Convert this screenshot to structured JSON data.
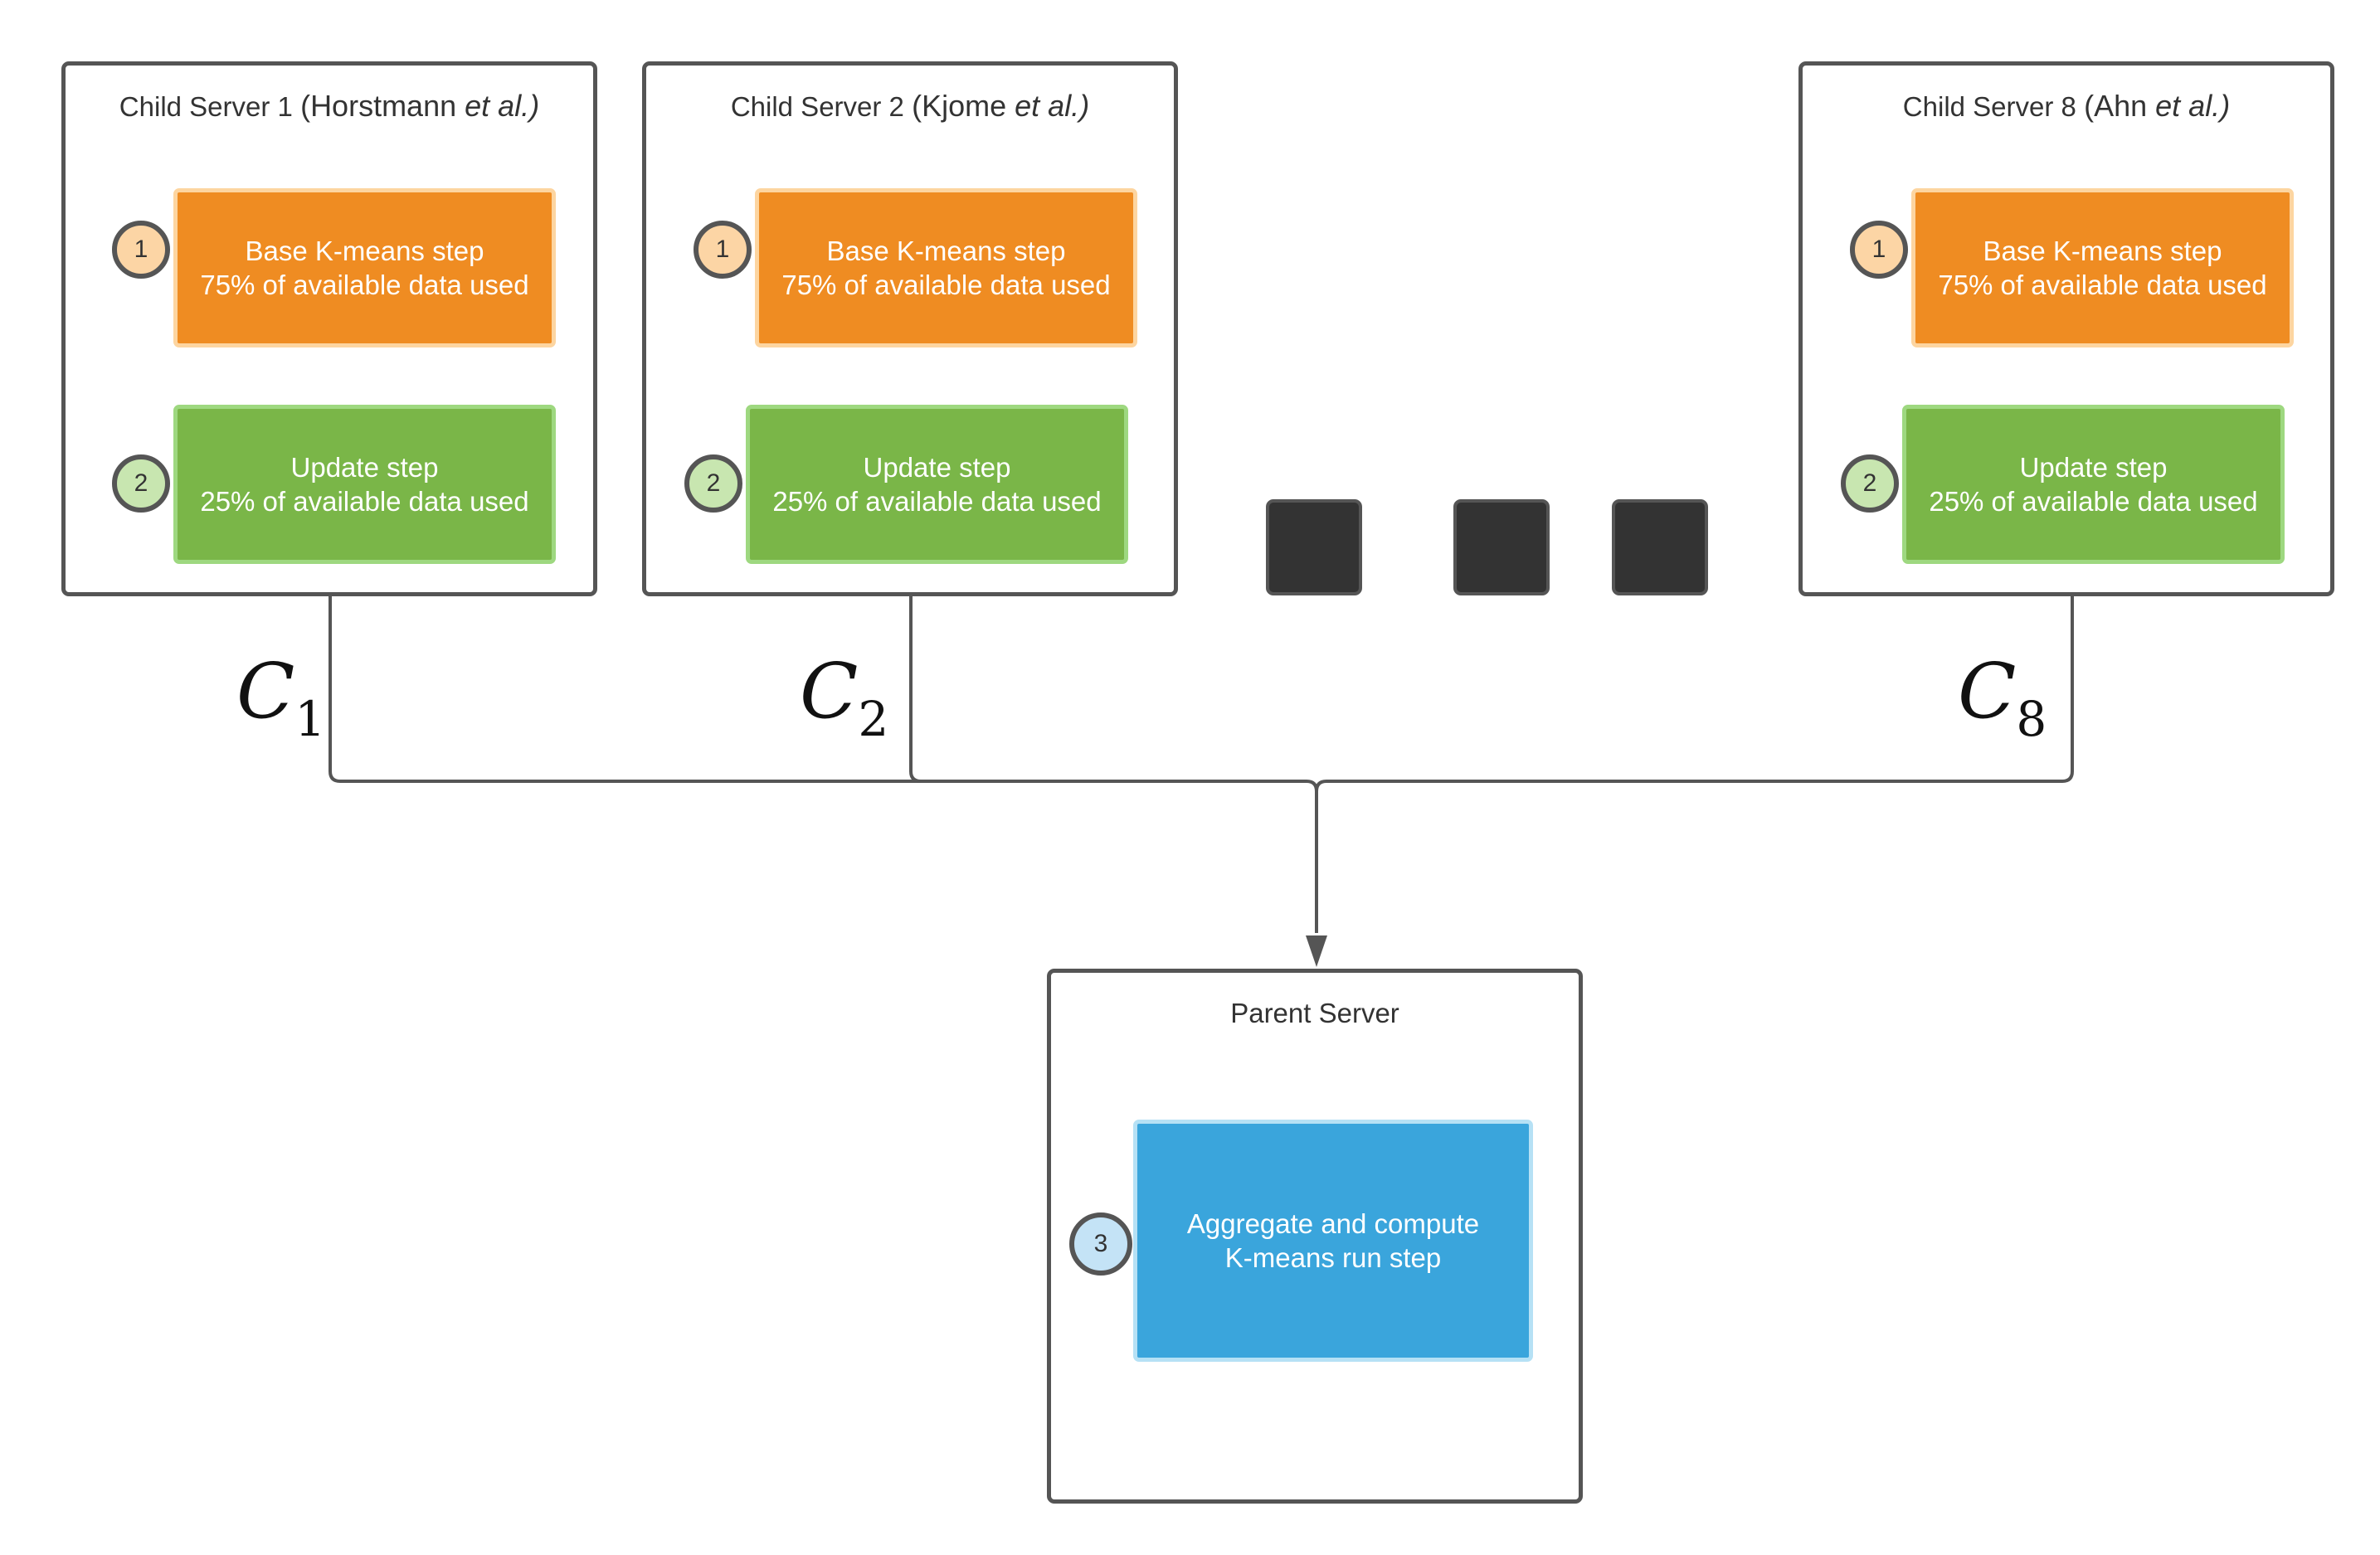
{
  "servers": {
    "child1": {
      "name": "Child Server 1",
      "cite_author": "Horstmann",
      "cite_etal": "et al.)",
      "steps": [
        {
          "badge": "1",
          "line1": "Base K-means step",
          "line2": "75% of available data used"
        },
        {
          "badge": "2",
          "line1": "Update step",
          "line2": "25% of available data used"
        }
      ]
    },
    "child2": {
      "name": "Child Server 2",
      "cite_author": "Kjome",
      "cite_etal": "et al.)",
      "steps": [
        {
          "badge": "1",
          "line1": "Base K-means step",
          "line2": "75% of available data used"
        },
        {
          "badge": "2",
          "line1": "Update step",
          "line2": "25% of available data used"
        }
      ]
    },
    "child8": {
      "name": "Child Server 8",
      "cite_author": "Ahn",
      "cite_etal": "et al.)",
      "steps": [
        {
          "badge": "1",
          "line1": "Base K-means step",
          "line2": "75% of available data used"
        },
        {
          "badge": "2",
          "line1": "Update step",
          "line2": "25% of available data used"
        }
      ]
    },
    "parent": {
      "name": "Parent Server",
      "step": {
        "badge": "3",
        "line1": "Aggregate and compute",
        "line2": "K-means run step"
      }
    }
  },
  "connector_labels": [
    {
      "letter": "C",
      "sub": "1"
    },
    {
      "letter": "C",
      "sub": "2"
    },
    {
      "letter": "C",
      "sub": "8"
    }
  ],
  "colors": {
    "orange": "#ef8c22",
    "green": "#7ab648",
    "blue": "#3aa5dc",
    "border": "#555555",
    "ellipsis": "#333333"
  }
}
